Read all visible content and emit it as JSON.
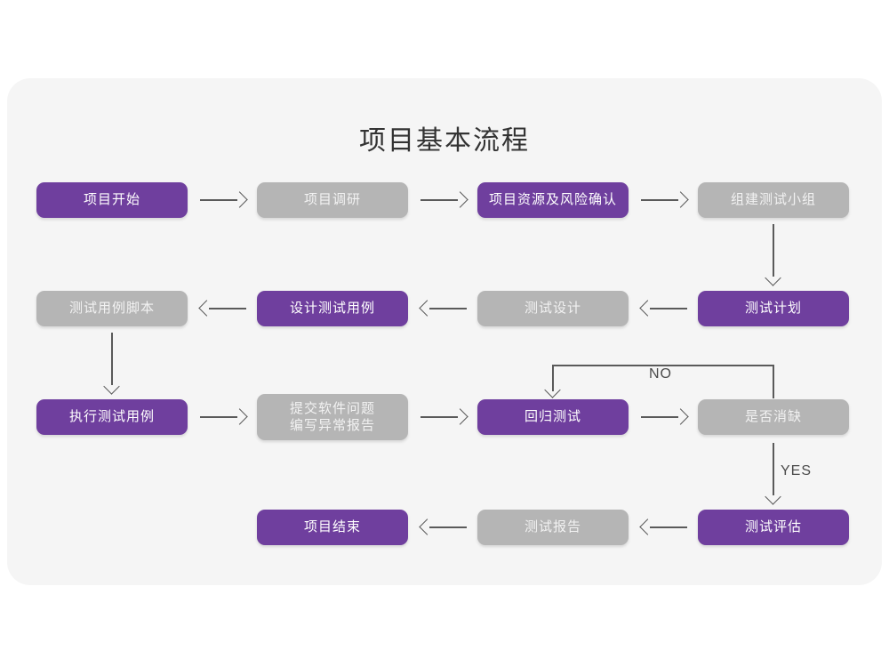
{
  "diagram": {
    "title": "项目基本流程",
    "colors": {
      "purple": "#6f3f9e",
      "gray": "#b5b5b5",
      "panel_bg": "#f5f5f5",
      "page_bg": "#ffffff",
      "connector": "#5a5a5a",
      "title_text": "#333333"
    },
    "nodes": [
      {
        "id": "n1",
        "label": "项目开始",
        "style": "purple"
      },
      {
        "id": "n2",
        "label": "项目调研",
        "style": "gray"
      },
      {
        "id": "n3",
        "label": "项目资源及风险确认",
        "style": "purple"
      },
      {
        "id": "n4",
        "label": "组建测试小组",
        "style": "gray"
      },
      {
        "id": "n5",
        "label": "测试用例脚本",
        "style": "gray"
      },
      {
        "id": "n6",
        "label": "设计测试用例",
        "style": "purple"
      },
      {
        "id": "n7",
        "label": "测试设计",
        "style": "gray"
      },
      {
        "id": "n8",
        "label": "测试计划",
        "style": "purple"
      },
      {
        "id": "n9",
        "label": "执行测试用例",
        "style": "purple"
      },
      {
        "id": "n10",
        "label": "提交软件问题\n编写异常报告",
        "style": "gray"
      },
      {
        "id": "n11",
        "label": "回归测试",
        "style": "purple"
      },
      {
        "id": "n12",
        "label": "是否消缺",
        "style": "gray"
      },
      {
        "id": "n13",
        "label": "项目结束",
        "style": "purple"
      },
      {
        "id": "n14",
        "label": "测试报告",
        "style": "gray"
      },
      {
        "id": "n15",
        "label": "测试评估",
        "style": "purple"
      }
    ],
    "edge_labels": {
      "no": "NO",
      "yes": "YES"
    }
  }
}
